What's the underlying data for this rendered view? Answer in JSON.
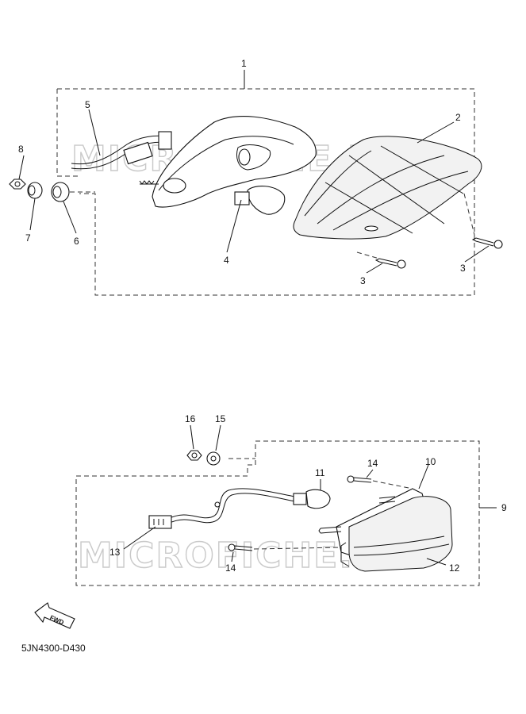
{
  "watermark": "MICROFICHE.NET",
  "diagram_code": "5JN4300-D430",
  "fwd_label": "FWD",
  "callouts": {
    "c1": "1",
    "c2": "2",
    "c3a": "3",
    "c3b": "3",
    "c4": "4",
    "c5": "5",
    "c6": "6",
    "c7": "7",
    "c8": "8",
    "c9": "9",
    "c10": "10",
    "c11": "11",
    "c12": "12",
    "c13": "13",
    "c14a": "14",
    "c14b": "14",
    "c15": "15",
    "c16": "16"
  }
}
